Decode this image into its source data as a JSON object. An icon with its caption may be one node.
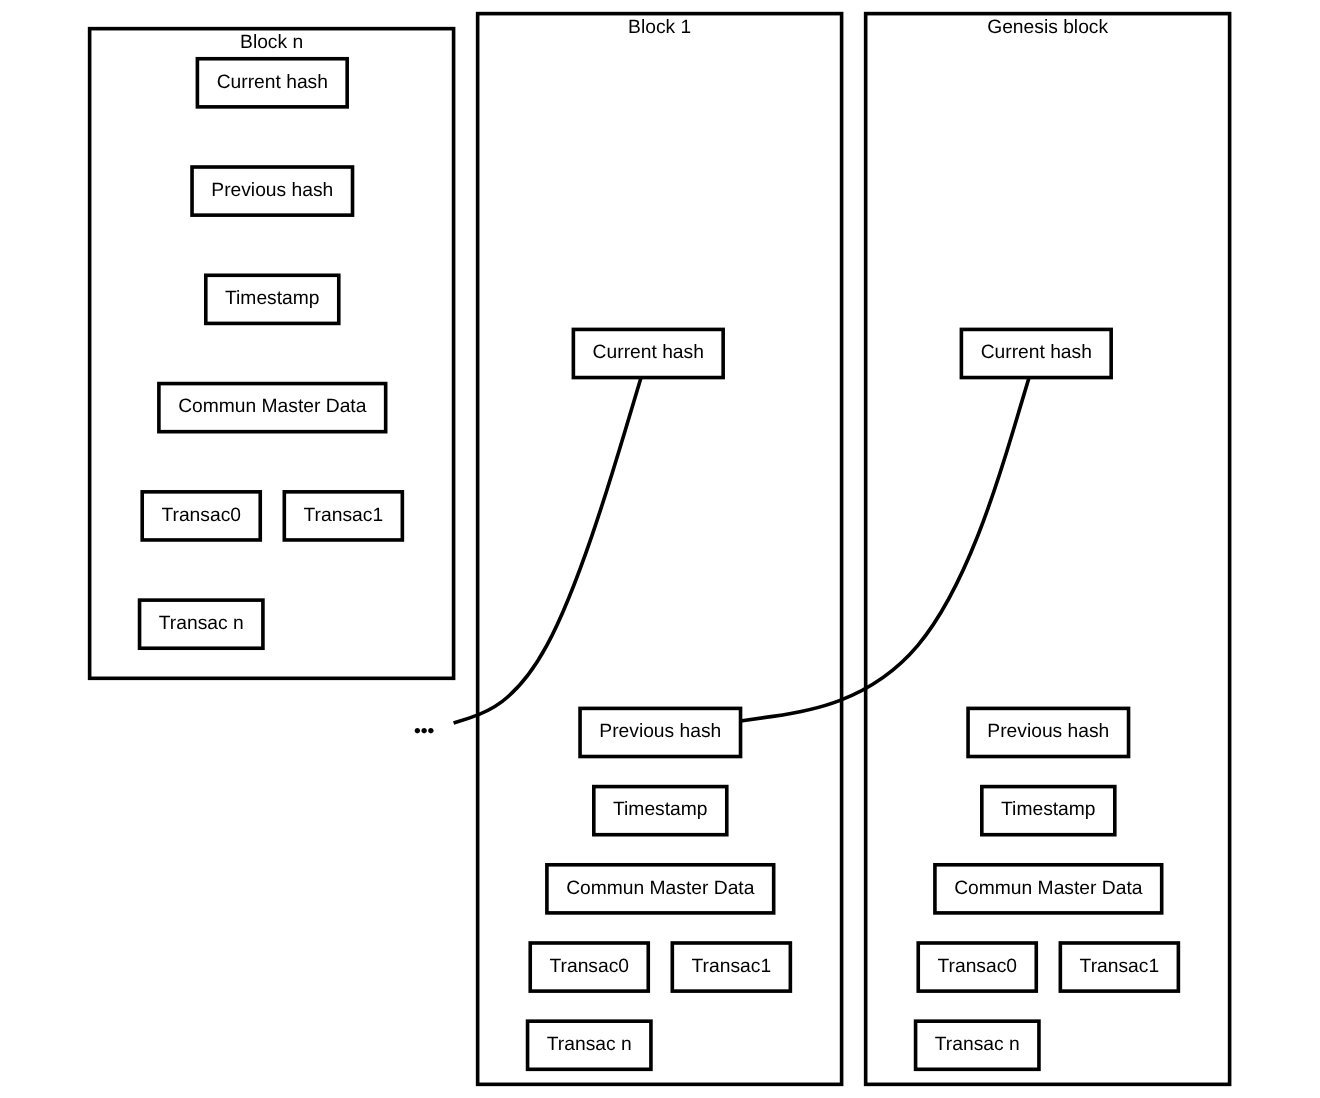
{
  "diagram": {
    "nodes": [
      {
        "text": [
          "Genesis block"
        ]
      },
      {
        "text": [
          "Current hash"
        ],
        "in": 0
      },
      {
        "text": [
          "Previous hash"
        ],
        "in": 0
      },
      {
        "text": [
          "Timestamp"
        ],
        "in": 0
      },
      {
        "text": [
          "Commun Master Data"
        ],
        "in": 0
      },
      {
        "text": [
          "Transac0"
        ],
        "in": 0
      },
      {
        "text": [
          "Transac1"
        ],
        "in": 0
      },
      {
        "text": [
          "Transac n"
        ],
        "in": 0
      },
      {
        "text": [
          "Block 1"
        ]
      },
      {
        "text": [
          "Current hash"
        ],
        "in": 8
      },
      {
        "text": [
          "Previous hash"
        ],
        "in": 8
      },
      {
        "text": [
          "Timestamp"
        ],
        "in": 8
      },
      {
        "text": [
          "Commun Master Data"
        ],
        "in": 8
      },
      {
        "text": [
          "Transac0"
        ],
        "in": 8
      },
      {
        "text": [
          "Transac1"
        ],
        "in": 8
      },
      {
        "text": [
          "Transac n"
        ],
        "in": 8
      },
      {
        "text": [
          "•••"
        ]
      },
      {
        "text": [
          "Block n"
        ]
      },
      {
        "text": [
          "Current hash"
        ],
        "in": 17
      },
      {
        "text": [
          "Previous hash"
        ],
        "in": 17
      },
      {
        "text": [
          "Timestamp"
        ],
        "in": 17
      },
      {
        "text": [
          "Commun Master Data"
        ],
        "in": 17
      },
      {
        "text": [
          "Transac0"
        ],
        "in": 17
      },
      {
        "text": [
          "Transac1"
        ],
        "in": 17
      },
      {
        "text": [
          "Transac n"
        ],
        "in": 17
      }
    ],
    "edges": [
      {
        "from": 1,
        "to": 10,
        "arrow": "none"
      },
      {
        "from": 9,
        "to": 16,
        "arrow": "none"
      }
    ]
  }
}
